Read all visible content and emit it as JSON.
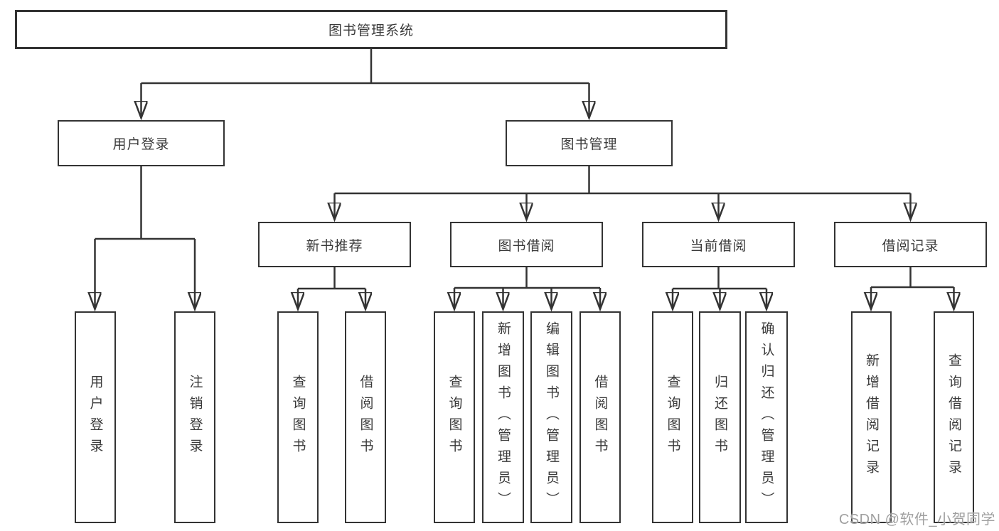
{
  "tree": {
    "root": "图书管理系统",
    "user_branch": {
      "label": "用户登录",
      "children": [
        "用户登录",
        "注销登录"
      ]
    },
    "book_branch": {
      "label": "图书管理",
      "groups": [
        {
          "label": "新书推荐",
          "children": [
            "查询图书",
            "借阅图书"
          ]
        },
        {
          "label": "图书借阅",
          "children": [
            "查询图书",
            "新增图书（管理员）",
            "编辑图书（管理员）",
            "借阅图书"
          ]
        },
        {
          "label": "当前借阅",
          "children": [
            "查询图书",
            "归还图书",
            "确认归还（管理员）"
          ]
        },
        {
          "label": "借阅记录",
          "children": [
            "新增借阅记录",
            "查询借阅记录"
          ]
        }
      ]
    }
  },
  "watermark": "CSDN @软件_小贺同学",
  "colors": {
    "line": "#333333",
    "text": "#3a3a3a",
    "background": "#ffffff",
    "watermark": "#a0a0a0"
  }
}
